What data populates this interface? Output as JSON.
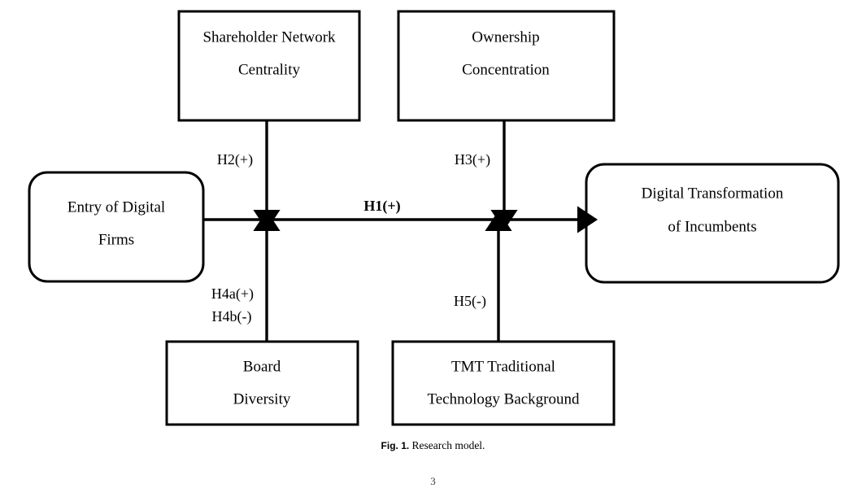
{
  "figure": {
    "caption_prefix": "Fig. 1.",
    "caption_text": "Research model.",
    "page_number": "3"
  },
  "diagram": {
    "type": "research-model",
    "nodes": [
      {
        "id": "shareholder-network-centrality",
        "shape": "rectangle",
        "line1": "Shareholder Network",
        "line2": "Centrality"
      },
      {
        "id": "ownership-concentration",
        "shape": "rectangle",
        "line1": "Ownership",
        "line2": "Concentration"
      },
      {
        "id": "entry-of-digital-firms",
        "shape": "rounded-rectangle",
        "line1": "Entry of Digital",
        "line2": "Firms"
      },
      {
        "id": "digital-transformation-of-incumbents",
        "shape": "rounded-rectangle",
        "line1": "Digital Transformation",
        "line2": "of Incumbents"
      },
      {
        "id": "board-diversity",
        "shape": "rectangle",
        "line1": "Board",
        "line2": "Diversity"
      },
      {
        "id": "tmt-traditional-technology-background",
        "shape": "rectangle",
        "line1": "TMT Traditional",
        "line2": "Technology Background"
      }
    ],
    "hypotheses": [
      {
        "id": "h1",
        "label": "H1(+)",
        "bold": true,
        "from": "entry-of-digital-firms",
        "to": "digital-transformation-of-incumbents"
      },
      {
        "id": "h2",
        "label": "H2(+)",
        "bold": false,
        "from": "shareholder-network-centrality",
        "to": "h1-path"
      },
      {
        "id": "h3",
        "label": "H3(+)",
        "bold": false,
        "from": "ownership-concentration",
        "to": "h1-path"
      },
      {
        "id": "h4a",
        "label": "H4a(+)",
        "bold": false,
        "from": "board-diversity",
        "to": "h1-path"
      },
      {
        "id": "h4b",
        "label": "H4b(-)",
        "bold": false,
        "from": "board-diversity",
        "to": "h1-path"
      },
      {
        "id": "h5",
        "label": "H5(-)",
        "bold": false,
        "from": "tmt-traditional-technology-background",
        "to": "h1-path"
      }
    ]
  },
  "colors": {
    "stroke": "#000000",
    "fill": "#ffffff",
    "text": "#000000"
  }
}
